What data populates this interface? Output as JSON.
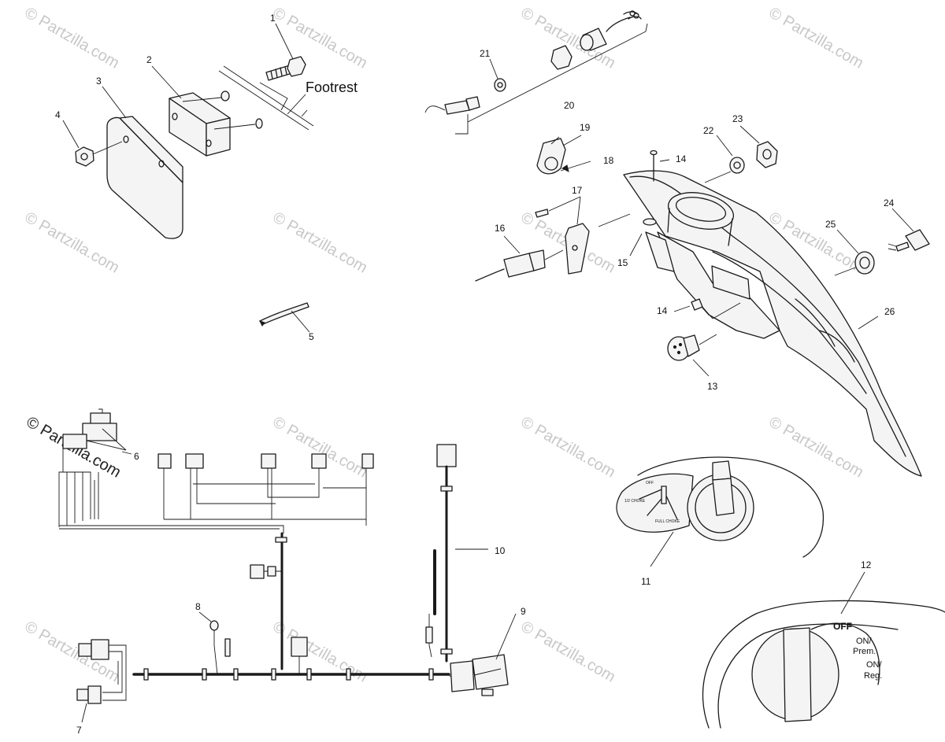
{
  "watermark": "© Partzilla.com",
  "labels": {
    "footrest": "Footrest",
    "callouts": [
      "1",
      "2",
      "3",
      "4",
      "5",
      "6",
      "7",
      "8",
      "9",
      "10",
      "11",
      "12",
      "13",
      "14",
      "14",
      "15",
      "16",
      "17",
      "18",
      "19",
      "20",
      "21",
      "22",
      "23",
      "24",
      "25",
      "26"
    ]
  },
  "choke_plate": {
    "off": "OFF",
    "half_choke": "1/2 CHOKE",
    "full_choke": "FULL CHOKE"
  },
  "key_switch": {
    "off": "OFF",
    "on_prem_1": "ON/",
    "on_prem_2": "Prem.",
    "on_reg_1": "ON/",
    "on_reg_2": "Reg."
  }
}
